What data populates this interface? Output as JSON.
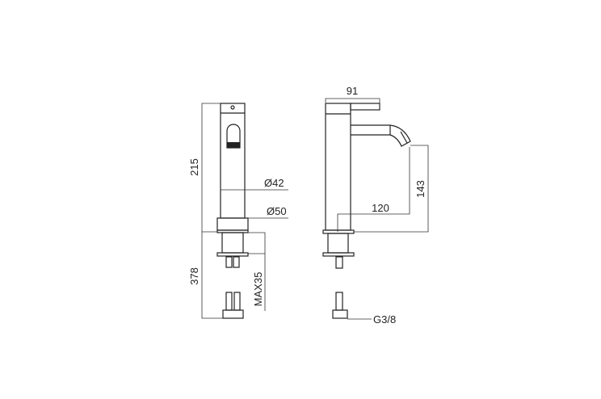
{
  "drawing": {
    "front_view": {
      "height_label": "215",
      "total_label": "378",
      "body_diameter_label": "Ø42",
      "base_diameter_label": "Ø50",
      "max_thickness_label": "MAX35"
    },
    "side_view": {
      "lever_width_label": "91",
      "spout_reach_label": "120",
      "spout_height_label": "143",
      "connection_label": "G3/8"
    }
  }
}
